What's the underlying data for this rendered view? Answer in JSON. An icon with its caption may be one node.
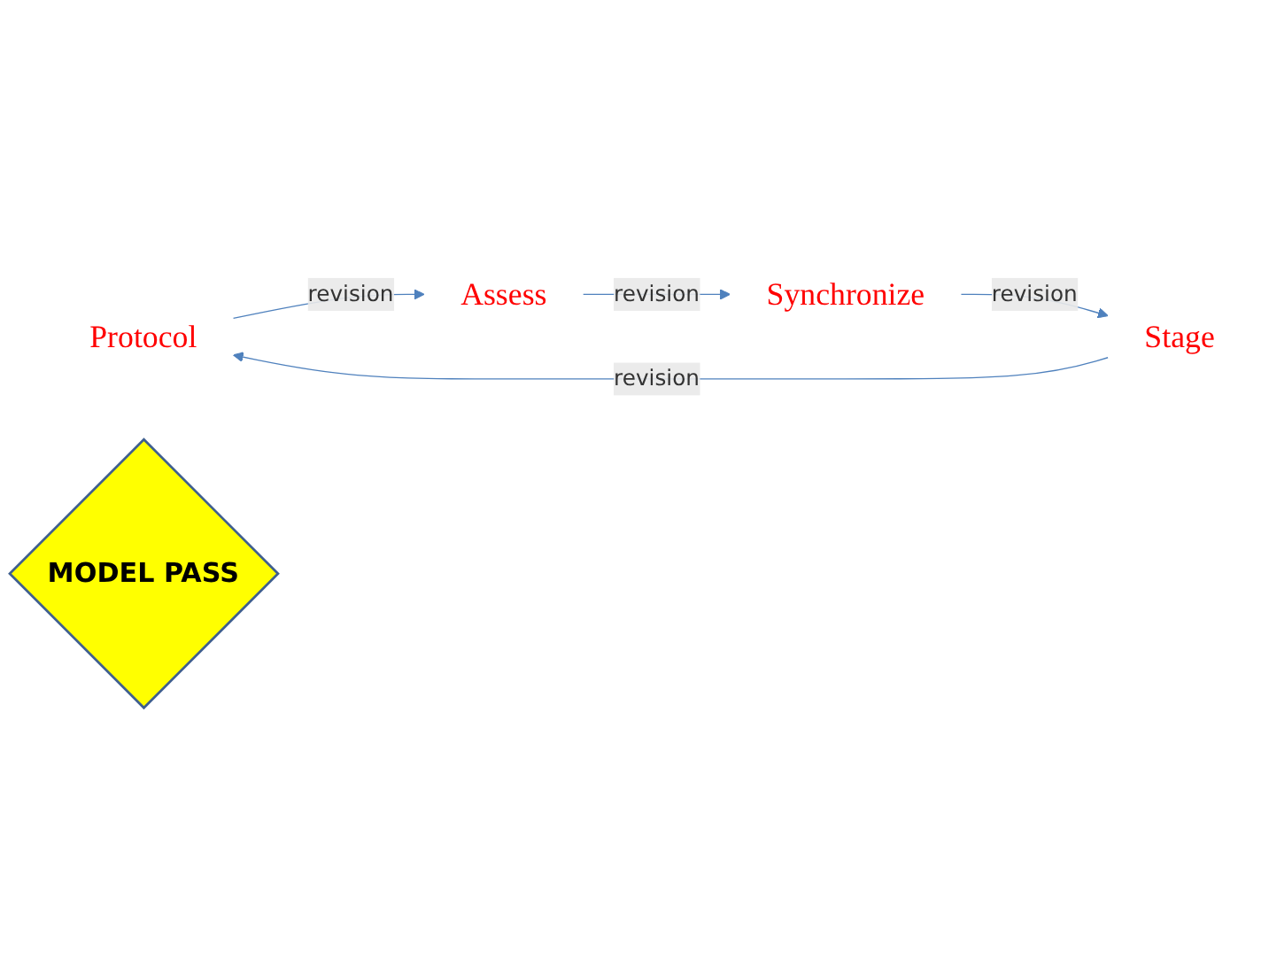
{
  "diagram": {
    "nodes": [
      {
        "text": [
          "Protocol"
        ]
      },
      {
        "text": [
          "Stage"
        ]
      },
      {
        "text": [
          "MODEL PASS"
        ]
      },
      {
        "text": [
          "Assess"
        ]
      },
      {
        "text": [
          "Synchronize"
        ]
      }
    ],
    "edges": [
      {
        "from": 1,
        "to": 0,
        "arrow": "to",
        "label": "revision"
      },
      {
        "from": 0,
        "to": 3,
        "arrow": "to",
        "label": "revision"
      },
      {
        "from": 3,
        "to": 4,
        "arrow": "to",
        "label": "revision"
      },
      {
        "from": 4,
        "to": 1,
        "arrow": "to",
        "label": "revision"
      }
    ]
  }
}
